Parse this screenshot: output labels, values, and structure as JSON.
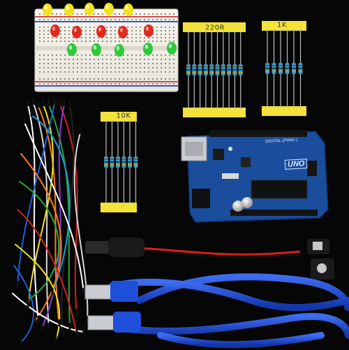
{
  "labels": {
    "resistor_220": "220R",
    "resistor_1k": "1K",
    "resistor_10k": "10K",
    "board_name": "UNO",
    "board_text": "DIGITAL (PWM~)"
  },
  "components": {
    "led_colors": [
      "yellow",
      "red",
      "green"
    ],
    "cable_color": "#1f4fd8",
    "board_color": "#1a4d9c",
    "tape_color": "#f3e23a"
  }
}
